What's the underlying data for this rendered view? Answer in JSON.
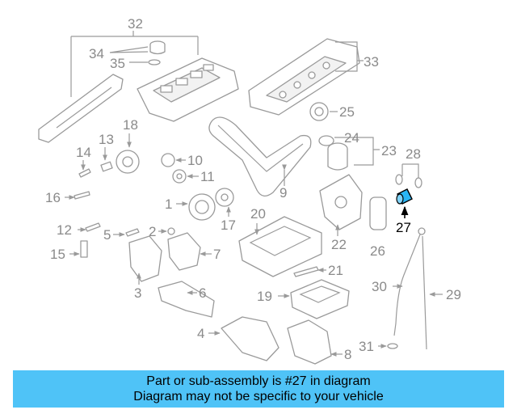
{
  "callouts": {
    "c1": "1",
    "c2": "2",
    "c3": "3",
    "c4": "4",
    "c5": "5",
    "c6": "6",
    "c7": "7",
    "c8": "8",
    "c9": "9",
    "c10": "10",
    "c11": "11",
    "c12": "12",
    "c13": "13",
    "c14": "14",
    "c15": "15",
    "c16": "16",
    "c17": "17",
    "c18": "18",
    "c19": "19",
    "c20": "20",
    "c21": "21",
    "c22": "22",
    "c23": "23",
    "c24": "24",
    "c25": "25",
    "c26": "26",
    "c27": "27",
    "c28": "28",
    "c29": "29",
    "c30": "30",
    "c31": "31",
    "c32": "32",
    "c33": "33",
    "c34": "34",
    "c35": "35"
  },
  "highlighted_part": "27",
  "colors": {
    "banner": "#4fc3f7",
    "highlight_part": "#29b6f6",
    "linework": "#9a9a9a"
  },
  "banner": {
    "line1": "Part or sub-assembly is #27 in diagram",
    "line2": "Diagram may not be specific to your vehicle"
  }
}
